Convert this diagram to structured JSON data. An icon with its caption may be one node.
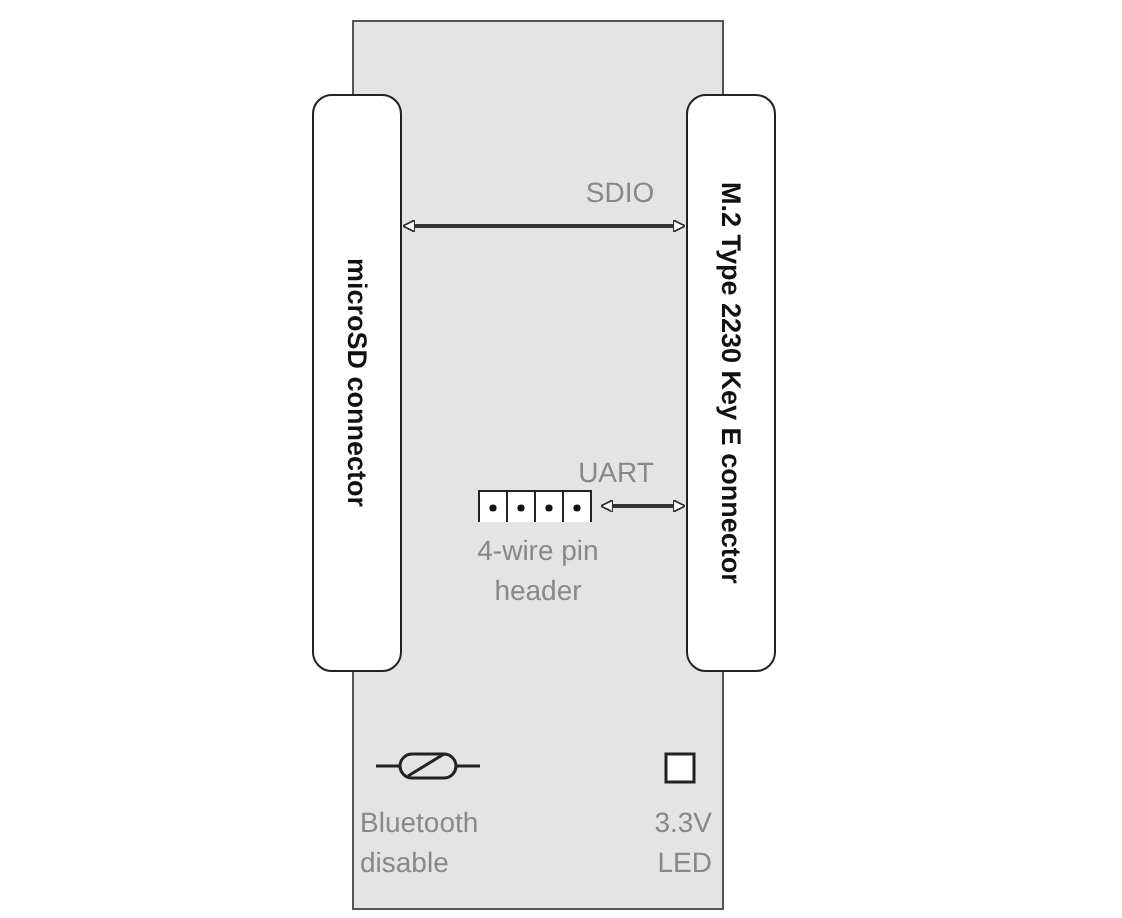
{
  "diagram": {
    "nodes": [
      {
        "text": [],
        "shape": "box"
      },
      {
        "text": [
          "microSD connector"
        ]
      },
      {
        "text": [
          "M.2 Type 2230 Key E connector"
        ]
      },
      {
        "text": [
          "4-wire pin header"
        ],
        "in": 0
      }
    ],
    "edges": [
      {
        "from": 1,
        "to": 2,
        "arrow": "both",
        "label": "SDIO"
      },
      {
        "from": 3,
        "to": 2,
        "arrow": "both",
        "label": "UART"
      }
    ],
    "labels": [
      "Bluetooth disable",
      "3.3V LED"
    ]
  }
}
